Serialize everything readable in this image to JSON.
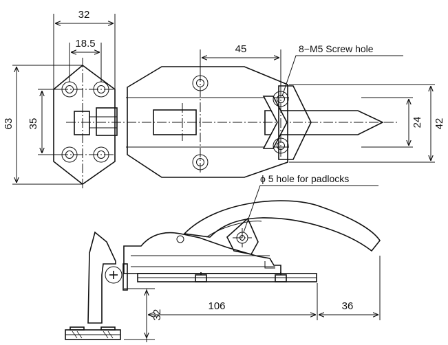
{
  "dimensions": {
    "top_width": "32",
    "hole_spacing_small": "18.5",
    "hole_spacing_large": "45",
    "overall_height": "63",
    "hole_vertical_spacing": "35",
    "inner_height": "24",
    "strike_height": "42",
    "base_height": "32",
    "base_length": "106",
    "handle_overhang": "36"
  },
  "annotations": {
    "screw_holes": "8−M5 Screw hole",
    "padlock_hole": "ϕ 5 hole for padlocks"
  }
}
